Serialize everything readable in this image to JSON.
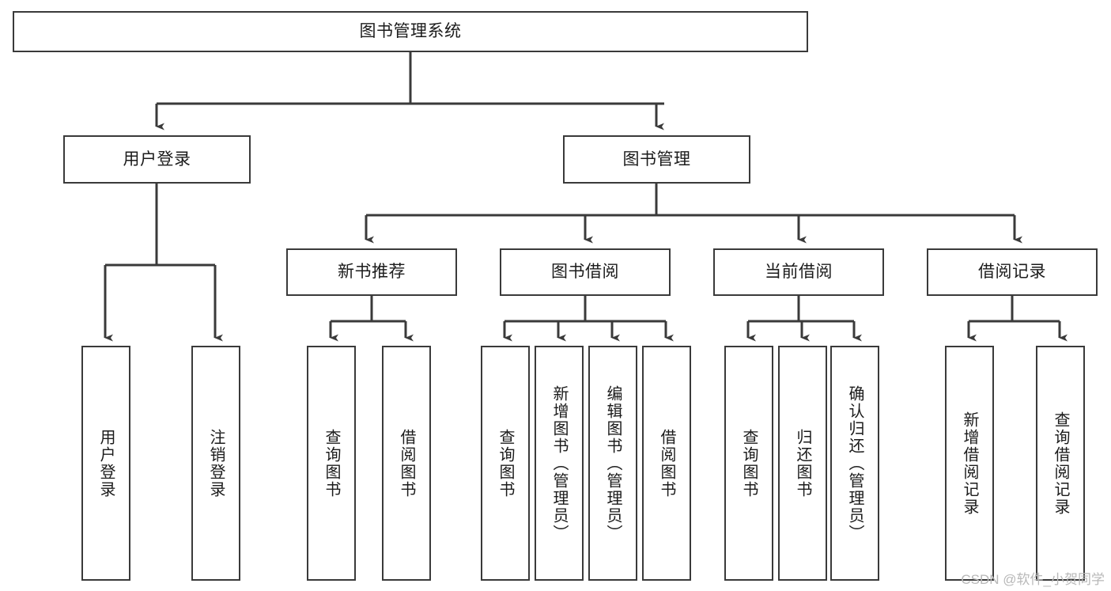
{
  "diagram": {
    "type": "tree-hierarchy-chart",
    "title": "图书管理系统",
    "watermark": "CSDN @软件_小贺同学",
    "colors": {
      "stroke": "#3a3a3a",
      "text": "#1b1b1b",
      "background": "#ffffff",
      "watermark": "#b8b8b8"
    },
    "root": {
      "label": "图书管理系统"
    },
    "level2": [
      {
        "id": "user-login",
        "label": "用户登录"
      },
      {
        "id": "book-management",
        "label": "图书管理"
      }
    ],
    "level3": [
      {
        "id": "new-book-recommend",
        "label": "新书推荐"
      },
      {
        "id": "book-borrow",
        "label": "图书借阅"
      },
      {
        "id": "current-borrow",
        "label": "当前借阅"
      },
      {
        "id": "borrow-record",
        "label": "借阅记录"
      }
    ],
    "leaves": {
      "user-login": [
        {
          "id": "leaf-user-login",
          "label": "用户登录"
        },
        {
          "id": "leaf-logout-login",
          "label": "注销登录"
        }
      ],
      "new-book-recommend": [
        {
          "id": "leaf-query-book-1",
          "label": "查询图书"
        },
        {
          "id": "leaf-borrow-book-1",
          "label": "借阅图书"
        }
      ],
      "book-borrow": [
        {
          "id": "leaf-query-book-2",
          "label": "查询图书"
        },
        {
          "id": "leaf-add-book",
          "label": "新增图书（管理员）"
        },
        {
          "id": "leaf-edit-book",
          "label": "编辑图书（管理员）"
        },
        {
          "id": "leaf-borrow-book-2",
          "label": "借阅图书"
        }
      ],
      "current-borrow": [
        {
          "id": "leaf-query-book-3",
          "label": "查询图书"
        },
        {
          "id": "leaf-return-book",
          "label": "归还图书"
        },
        {
          "id": "leaf-confirm-return",
          "label": "确认归还（管理员）"
        }
      ],
      "borrow-record": [
        {
          "id": "leaf-add-record",
          "label": "新增借阅记录"
        },
        {
          "id": "leaf-query-record",
          "label": "查询借阅记录"
        }
      ]
    }
  }
}
